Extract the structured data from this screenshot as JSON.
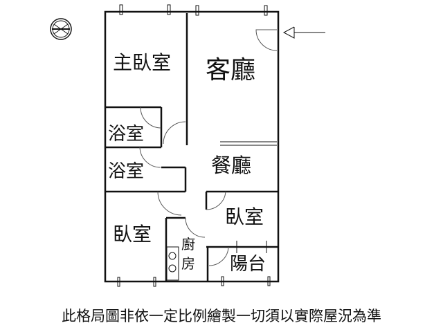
{
  "rooms": {
    "master_bedroom": "主臥室",
    "living_room": "客廳",
    "bathroom_1": "浴室",
    "bathroom_2": "浴室",
    "dining_room": "餐廳",
    "bedroom_left": "臥室",
    "bedroom_right": "臥室",
    "kitchen_1": "廚",
    "kitchen_2": "房",
    "balcony": "陽台"
  },
  "caption": "此格局圖非依一定比例繪製一切須以實際屋況為準",
  "icons": [
    "compass-icon",
    "entrance-arrow-icon"
  ]
}
